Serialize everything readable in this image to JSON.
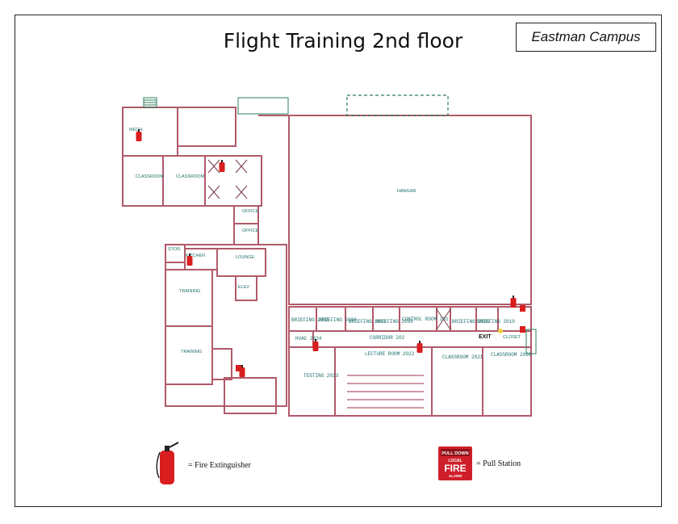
{
  "header": {
    "title": "Flight Training 2nd floor",
    "campus": "Eastman Campus"
  },
  "rooms": {
    "mech": "MECH.",
    "classroom_a": "CLASSROOM",
    "classroom_b": "CLASSROOM",
    "hangar": "HANGAR",
    "office_1": "OFFICE",
    "office_2": "OFFICE",
    "stor": "STOR.",
    "kitchen": "KITCHEN",
    "lounge": "LOUNGE",
    "training_1": "TRAINING",
    "training_2": "TRAINING",
    "elev": "ELEV",
    "briefing_2005": "BRIEFING 2005",
    "briefing_2006": "BRIEFING 2006",
    "briefing_2007": "BRIEFING 2007",
    "briefing_2008": "BRIEFING 2008",
    "control_room": "CONTROL ROOM 201",
    "briefing_2009": "BRIEFING 2009",
    "briefing_2010": "BRIEFING 2010",
    "exit": "EXIT",
    "hvac": "HVAC 2024",
    "corridor": "CORRIDOR 202",
    "lecture_room": "LECTURE ROOM 2022",
    "classroom_2021": "CLASSROOM 2021",
    "classroom_2020": "CLASSROOM 2020",
    "testing": "TESTING 2023",
    "closet": "CLOSET"
  },
  "legend": {
    "extinguisher_label": "= Fire Extinguisher",
    "pull_station_label": "= Pull Station",
    "pull_sign_top": "PULL DOWN",
    "pull_sign_local": "LOCAL",
    "pull_sign_fire": "FIRE",
    "pull_sign_alarm": "ALARM"
  },
  "colors": {
    "wall": "#b05a6a",
    "wall_dark": "#7a3a48",
    "label": "#1f6f6a",
    "extinguisher": "#d81e1e",
    "window": "#2e7d5b"
  }
}
